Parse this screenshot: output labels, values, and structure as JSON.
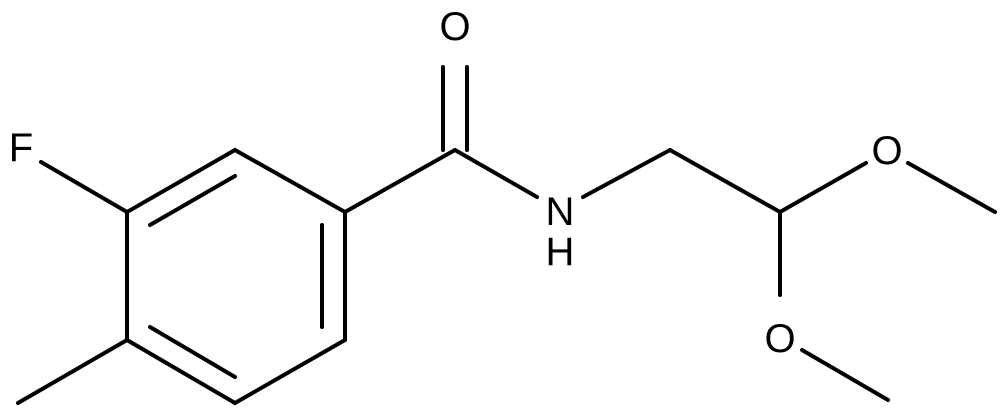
{
  "molecule": {
    "atoms": {
      "fluorine": "F",
      "carbonyl_oxygen": "O",
      "amide_nitrogen": "N",
      "amide_hydrogen": "H",
      "ether_oxygen_upper": "O",
      "ether_oxygen_lower": "O"
    },
    "bond_color": "#000000",
    "label_color": "#000000",
    "background_color": "#ffffff"
  }
}
